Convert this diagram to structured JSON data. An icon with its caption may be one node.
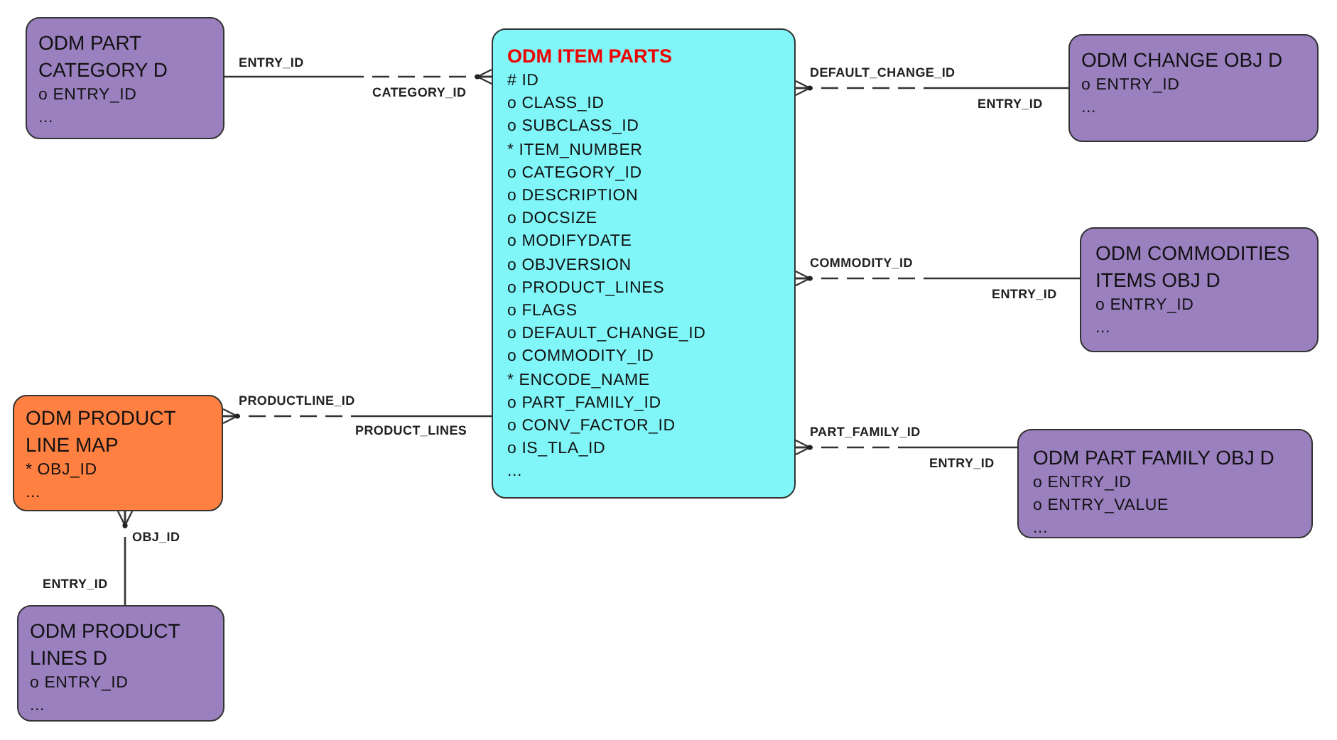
{
  "diagram": {
    "nodes": [
      {
        "text": [
          "ODM PART CATEGORY D",
          "o ENTRY_ID",
          "..."
        ]
      },
      {
        "text": [
          "ODM ITEM PARTS",
          "# ID",
          "o CLASS_ID",
          "o SUBCLASS_ID",
          "* ITEM_NUMBER",
          "o CATEGORY_ID",
          "o DESCRIPTION",
          "o DOCSIZE",
          "o MODIFYDATE",
          "o OBJVERSION",
          "o PRODUCT_LINES",
          "o FLAGS",
          "o DEFAULT_CHANGE_ID",
          "o COMMODITY_ID",
          "* ENCODE_NAME",
          "o PART_FAMILY_ID",
          "o CONV_FACTOR_ID",
          "o IS_TLA_ID",
          "..."
        ]
      },
      {
        "text": [
          "ODM CHANGE OBJ D",
          "o ENTRY_ID",
          "..."
        ]
      },
      {
        "text": [
          "ODM COMMODITIES ITEMS OBJ D",
          "o ENTRY_ID",
          "..."
        ]
      },
      {
        "text": [
          "ODM PRODUCT LINE MAP",
          "* OBJ_ID",
          "..."
        ]
      },
      {
        "text": [
          "ODM PART FAMILY OBJ D",
          "o ENTRY_ID",
          "o ENTRY_VALUE",
          "..."
        ]
      },
      {
        "text": [
          "ODM PRODUCT LINES D",
          "o ENTRY_ID",
          "..."
        ]
      }
    ],
    "edges": [
      {
        "from": 1,
        "to": 0,
        "arrow": "other"
      },
      {
        "from": 1,
        "to": 2,
        "arrow": "other"
      },
      {
        "from": 1,
        "to": 3,
        "arrow": "other"
      },
      {
        "from": 4,
        "to": 1,
        "arrow": "other"
      },
      {
        "from": 1,
        "to": 5,
        "arrow": "other"
      },
      {
        "from": 4,
        "to": 6,
        "arrow": "other"
      }
    ],
    "labels": [
      "ENTRY_ID",
      "CATEGORY_ID",
      "DEFAULT_CHANGE_ID",
      "ENTRY_ID",
      "COMMODITY_ID",
      "ENTRY_ID",
      "PRODUCTLINE_ID",
      "PRODUCT_LINES",
      "PART_FAMILY_ID",
      "ENTRY_ID",
      "OBJ_ID",
      "ENTRY_ID"
    ]
  }
}
